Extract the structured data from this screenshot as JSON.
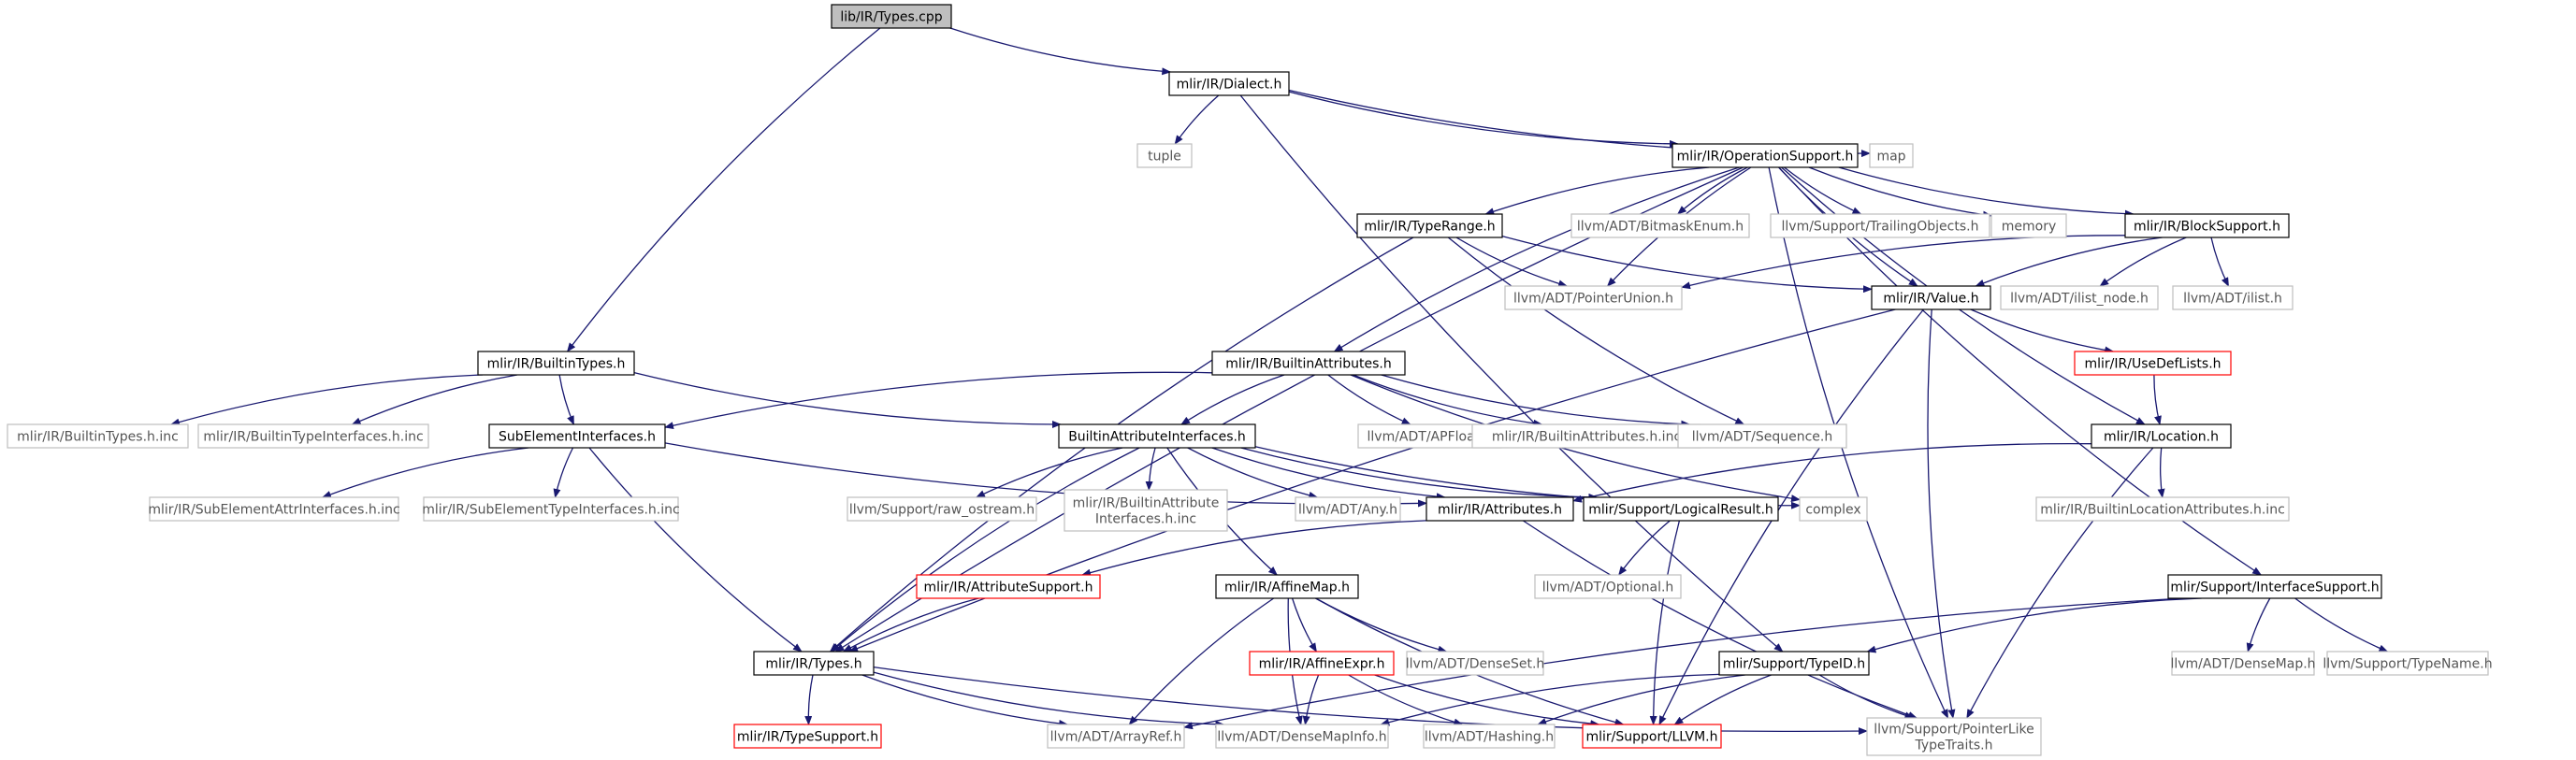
{
  "diagram": {
    "title": "lib/IR/Types.cpp",
    "colors": {
      "edge": "#191970",
      "root_fill": "#bfbfbf",
      "documented_border": "#000000",
      "external_border": "#bfbfbf",
      "incomplete_border": "#ff0000"
    },
    "nodes": [
      {
        "id": "types_cpp",
        "label": "lib/IR/Types.cpp",
        "kind": "root"
      },
      {
        "id": "dialect",
        "label": "mlir/IR/Dialect.h",
        "kind": "documented"
      },
      {
        "id": "tuple",
        "label": "tuple",
        "kind": "external"
      },
      {
        "id": "opsupport",
        "label": "mlir/IR/OperationSupport.h",
        "kind": "documented"
      },
      {
        "id": "map",
        "label": "map",
        "kind": "external"
      },
      {
        "id": "builtintypes",
        "label": "mlir/IR/BuiltinTypes.h",
        "kind": "documented"
      },
      {
        "id": "typerange",
        "label": "mlir/IR/TypeRange.h",
        "kind": "documented"
      },
      {
        "id": "bitmaskenum",
        "label": "llvm/ADT/BitmaskEnum.h",
        "kind": "external"
      },
      {
        "id": "trailingobjects",
        "label": "llvm/Support/TrailingObjects.h",
        "kind": "external"
      },
      {
        "id": "memory",
        "label": "memory",
        "kind": "external"
      },
      {
        "id": "blocksupport",
        "label": "mlir/IR/BlockSupport.h",
        "kind": "documented"
      },
      {
        "id": "pointerunion",
        "label": "llvm/ADT/PointerUnion.h",
        "kind": "external"
      },
      {
        "id": "value",
        "label": "mlir/IR/Value.h",
        "kind": "documented"
      },
      {
        "id": "ilistnode",
        "label": "llvm/ADT/ilist_node.h",
        "kind": "external"
      },
      {
        "id": "ilist",
        "label": "llvm/ADT/ilist.h",
        "kind": "external"
      },
      {
        "id": "builtinattributes",
        "label": "mlir/IR/BuiltinAttributes.h",
        "kind": "documented"
      },
      {
        "id": "usedeflists",
        "label": "mlir/IR/UseDefLists.h",
        "kind": "incomplete"
      },
      {
        "id": "builtintypes_inc",
        "label": "mlir/IR/BuiltinTypes.h.inc",
        "kind": "external"
      },
      {
        "id": "builtintypeinterfaces_inc",
        "label": "mlir/IR/BuiltinTypeInterfaces.h.inc",
        "kind": "external"
      },
      {
        "id": "subelementinterfaces",
        "label": "SubElementInterfaces.h",
        "kind": "documented"
      },
      {
        "id": "builtinattributeinterfaces",
        "label": "BuiltinAttributeInterfaces.h",
        "kind": "documented"
      },
      {
        "id": "apfloat",
        "label": "llvm/ADT/APFloat.h",
        "kind": "external"
      },
      {
        "id": "builtinattributes_inc",
        "label": "mlir/IR/BuiltinAttributes.h.inc",
        "kind": "external"
      },
      {
        "id": "sequence",
        "label": "llvm/ADT/Sequence.h",
        "kind": "external"
      },
      {
        "id": "location",
        "label": "mlir/IR/Location.h",
        "kind": "documented"
      },
      {
        "id": "subelementattrinterfaces_inc",
        "label": "mlir/IR/SubElementAttrInterfaces.h.inc",
        "kind": "external"
      },
      {
        "id": "subelementtypeinterfaces_inc",
        "label": "mlir/IR/SubElementTypeInterfaces.h.inc",
        "kind": "external"
      },
      {
        "id": "raw_ostream",
        "label": "llvm/Support/raw_ostream.h",
        "kind": "external"
      },
      {
        "id": "builtinattributeinterfaces_inc",
        "label_lines": [
          "mlir/IR/BuiltinAttribute",
          "Interfaces.h.inc"
        ],
        "kind": "external"
      },
      {
        "id": "any",
        "label": "llvm/ADT/Any.h",
        "kind": "external"
      },
      {
        "id": "attributes",
        "label": "mlir/IR/Attributes.h",
        "kind": "documented"
      },
      {
        "id": "logicalresult",
        "label": "mlir/Support/LogicalResult.h",
        "kind": "documented"
      },
      {
        "id": "complex",
        "label": "complex",
        "kind": "external"
      },
      {
        "id": "builtinlocationattributes_inc",
        "label": "mlir/IR/BuiltinLocationAttributes.h.inc",
        "kind": "external"
      },
      {
        "id": "attributesupport",
        "label": "mlir/IR/AttributeSupport.h",
        "kind": "incomplete"
      },
      {
        "id": "affinemap",
        "label": "mlir/IR/AffineMap.h",
        "kind": "documented"
      },
      {
        "id": "optional",
        "label": "llvm/ADT/Optional.h",
        "kind": "external"
      },
      {
        "id": "interfacesupport",
        "label": "mlir/Support/InterfaceSupport.h",
        "kind": "documented"
      },
      {
        "id": "types_h",
        "label": "mlir/IR/Types.h",
        "kind": "documented"
      },
      {
        "id": "affineexpr",
        "label": "mlir/IR/AffineExpr.h",
        "kind": "incomplete"
      },
      {
        "id": "denseset",
        "label": "llvm/ADT/DenseSet.h",
        "kind": "external"
      },
      {
        "id": "typeid",
        "label": "mlir/Support/TypeID.h",
        "kind": "documented"
      },
      {
        "id": "densemap",
        "label": "llvm/ADT/DenseMap.h",
        "kind": "external"
      },
      {
        "id": "typename",
        "label": "llvm/Support/TypeName.h",
        "kind": "external"
      },
      {
        "id": "typesupport",
        "label": "mlir/IR/TypeSupport.h",
        "kind": "incomplete"
      },
      {
        "id": "arrayref",
        "label": "llvm/ADT/ArrayRef.h",
        "kind": "external"
      },
      {
        "id": "densemapinfo",
        "label": "llvm/ADT/DenseMapInfo.h",
        "kind": "external"
      },
      {
        "id": "hashing",
        "label": "llvm/ADT/Hashing.h",
        "kind": "external"
      },
      {
        "id": "llvm_h",
        "label": "mlir/Support/LLVM.h",
        "kind": "incomplete"
      },
      {
        "id": "pointerliketypetraits",
        "label_lines": [
          "llvm/Support/PointerLike",
          "TypeTraits.h"
        ],
        "kind": "external"
      }
    ],
    "edges": [
      [
        "types_cpp",
        "dialect"
      ],
      [
        "types_cpp",
        "builtintypes"
      ],
      [
        "dialect",
        "tuple"
      ],
      [
        "dialect",
        "opsupport"
      ],
      [
        "dialect",
        "map"
      ],
      [
        "dialect",
        "typeid"
      ],
      [
        "opsupport",
        "typerange"
      ],
      [
        "opsupport",
        "bitmaskenum"
      ],
      [
        "opsupport",
        "trailingobjects"
      ],
      [
        "opsupport",
        "memory"
      ],
      [
        "opsupport",
        "blocksupport"
      ],
      [
        "opsupport",
        "pointerunion"
      ],
      [
        "opsupport",
        "value"
      ],
      [
        "opsupport",
        "builtinattributes"
      ],
      [
        "opsupport",
        "location"
      ],
      [
        "opsupport",
        "interfacesupport"
      ],
      [
        "opsupport",
        "pointerliketypetraits"
      ],
      [
        "opsupport",
        "types_h"
      ],
      [
        "typerange",
        "pointerunion"
      ],
      [
        "typerange",
        "value"
      ],
      [
        "typerange",
        "sequence"
      ],
      [
        "typerange",
        "types_h"
      ],
      [
        "blocksupport",
        "pointerunion"
      ],
      [
        "blocksupport",
        "value"
      ],
      [
        "blocksupport",
        "ilistnode"
      ],
      [
        "blocksupport",
        "ilist"
      ],
      [
        "value",
        "usedeflists"
      ],
      [
        "value",
        "types_h"
      ],
      [
        "value",
        "pointerliketypetraits"
      ],
      [
        "value",
        "llvm_h"
      ],
      [
        "usedeflists",
        "location"
      ],
      [
        "builtintypes",
        "builtintypes_inc"
      ],
      [
        "builtintypes",
        "builtintypeinterfaces_inc"
      ],
      [
        "builtintypes",
        "subelementinterfaces"
      ],
      [
        "builtintypes",
        "builtinattributeinterfaces"
      ],
      [
        "builtinattributes",
        "builtinattributeinterfaces"
      ],
      [
        "builtinattributes",
        "subelementinterfaces"
      ],
      [
        "builtinattributes",
        "apfloat"
      ],
      [
        "builtinattributes",
        "builtinattributes_inc"
      ],
      [
        "builtinattributes",
        "sequence"
      ],
      [
        "builtinattributes",
        "complex"
      ],
      [
        "subelementinterfaces",
        "subelementattrinterfaces_inc"
      ],
      [
        "subelementinterfaces",
        "subelementtypeinterfaces_inc"
      ],
      [
        "subelementinterfaces",
        "attributes"
      ],
      [
        "subelementinterfaces",
        "types_h"
      ],
      [
        "builtinattributeinterfaces",
        "raw_ostream"
      ],
      [
        "builtinattributeinterfaces",
        "builtinattributeinterfaces_inc"
      ],
      [
        "builtinattributeinterfaces",
        "any"
      ],
      [
        "builtinattributeinterfaces",
        "attributes"
      ],
      [
        "builtinattributeinterfaces",
        "logicalresult"
      ],
      [
        "builtinattributeinterfaces",
        "complex"
      ],
      [
        "builtinattributeinterfaces",
        "affinemap"
      ],
      [
        "builtinattributeinterfaces",
        "types_h"
      ],
      [
        "location",
        "attributes"
      ],
      [
        "location",
        "builtinlocationattributes_inc"
      ],
      [
        "location",
        "pointerliketypetraits"
      ],
      [
        "attributes",
        "attributesupport"
      ],
      [
        "attributes",
        "pointerliketypetraits"
      ],
      [
        "logicalresult",
        "optional"
      ],
      [
        "logicalresult",
        "llvm_h"
      ],
      [
        "attributesupport",
        "types_h"
      ],
      [
        "affinemap",
        "affineexpr"
      ],
      [
        "affinemap",
        "denseset"
      ],
      [
        "affinemap",
        "arrayref"
      ],
      [
        "affinemap",
        "densemapinfo"
      ],
      [
        "affinemap",
        "llvm_h"
      ],
      [
        "interfacesupport",
        "typeid"
      ],
      [
        "interfacesupport",
        "densemap"
      ],
      [
        "interfacesupport",
        "typename"
      ],
      [
        "interfacesupport",
        "arrayref"
      ],
      [
        "types_h",
        "typesupport"
      ],
      [
        "types_h",
        "arrayref"
      ],
      [
        "types_h",
        "densemapinfo"
      ],
      [
        "types_h",
        "pointerliketypetraits"
      ],
      [
        "affineexpr",
        "densemapinfo"
      ],
      [
        "affineexpr",
        "hashing"
      ],
      [
        "affineexpr",
        "llvm_h"
      ],
      [
        "typeid",
        "densemapinfo"
      ],
      [
        "typeid",
        "hashing"
      ],
      [
        "typeid",
        "llvm_h"
      ],
      [
        "typeid",
        "pointerliketypetraits"
      ]
    ]
  }
}
